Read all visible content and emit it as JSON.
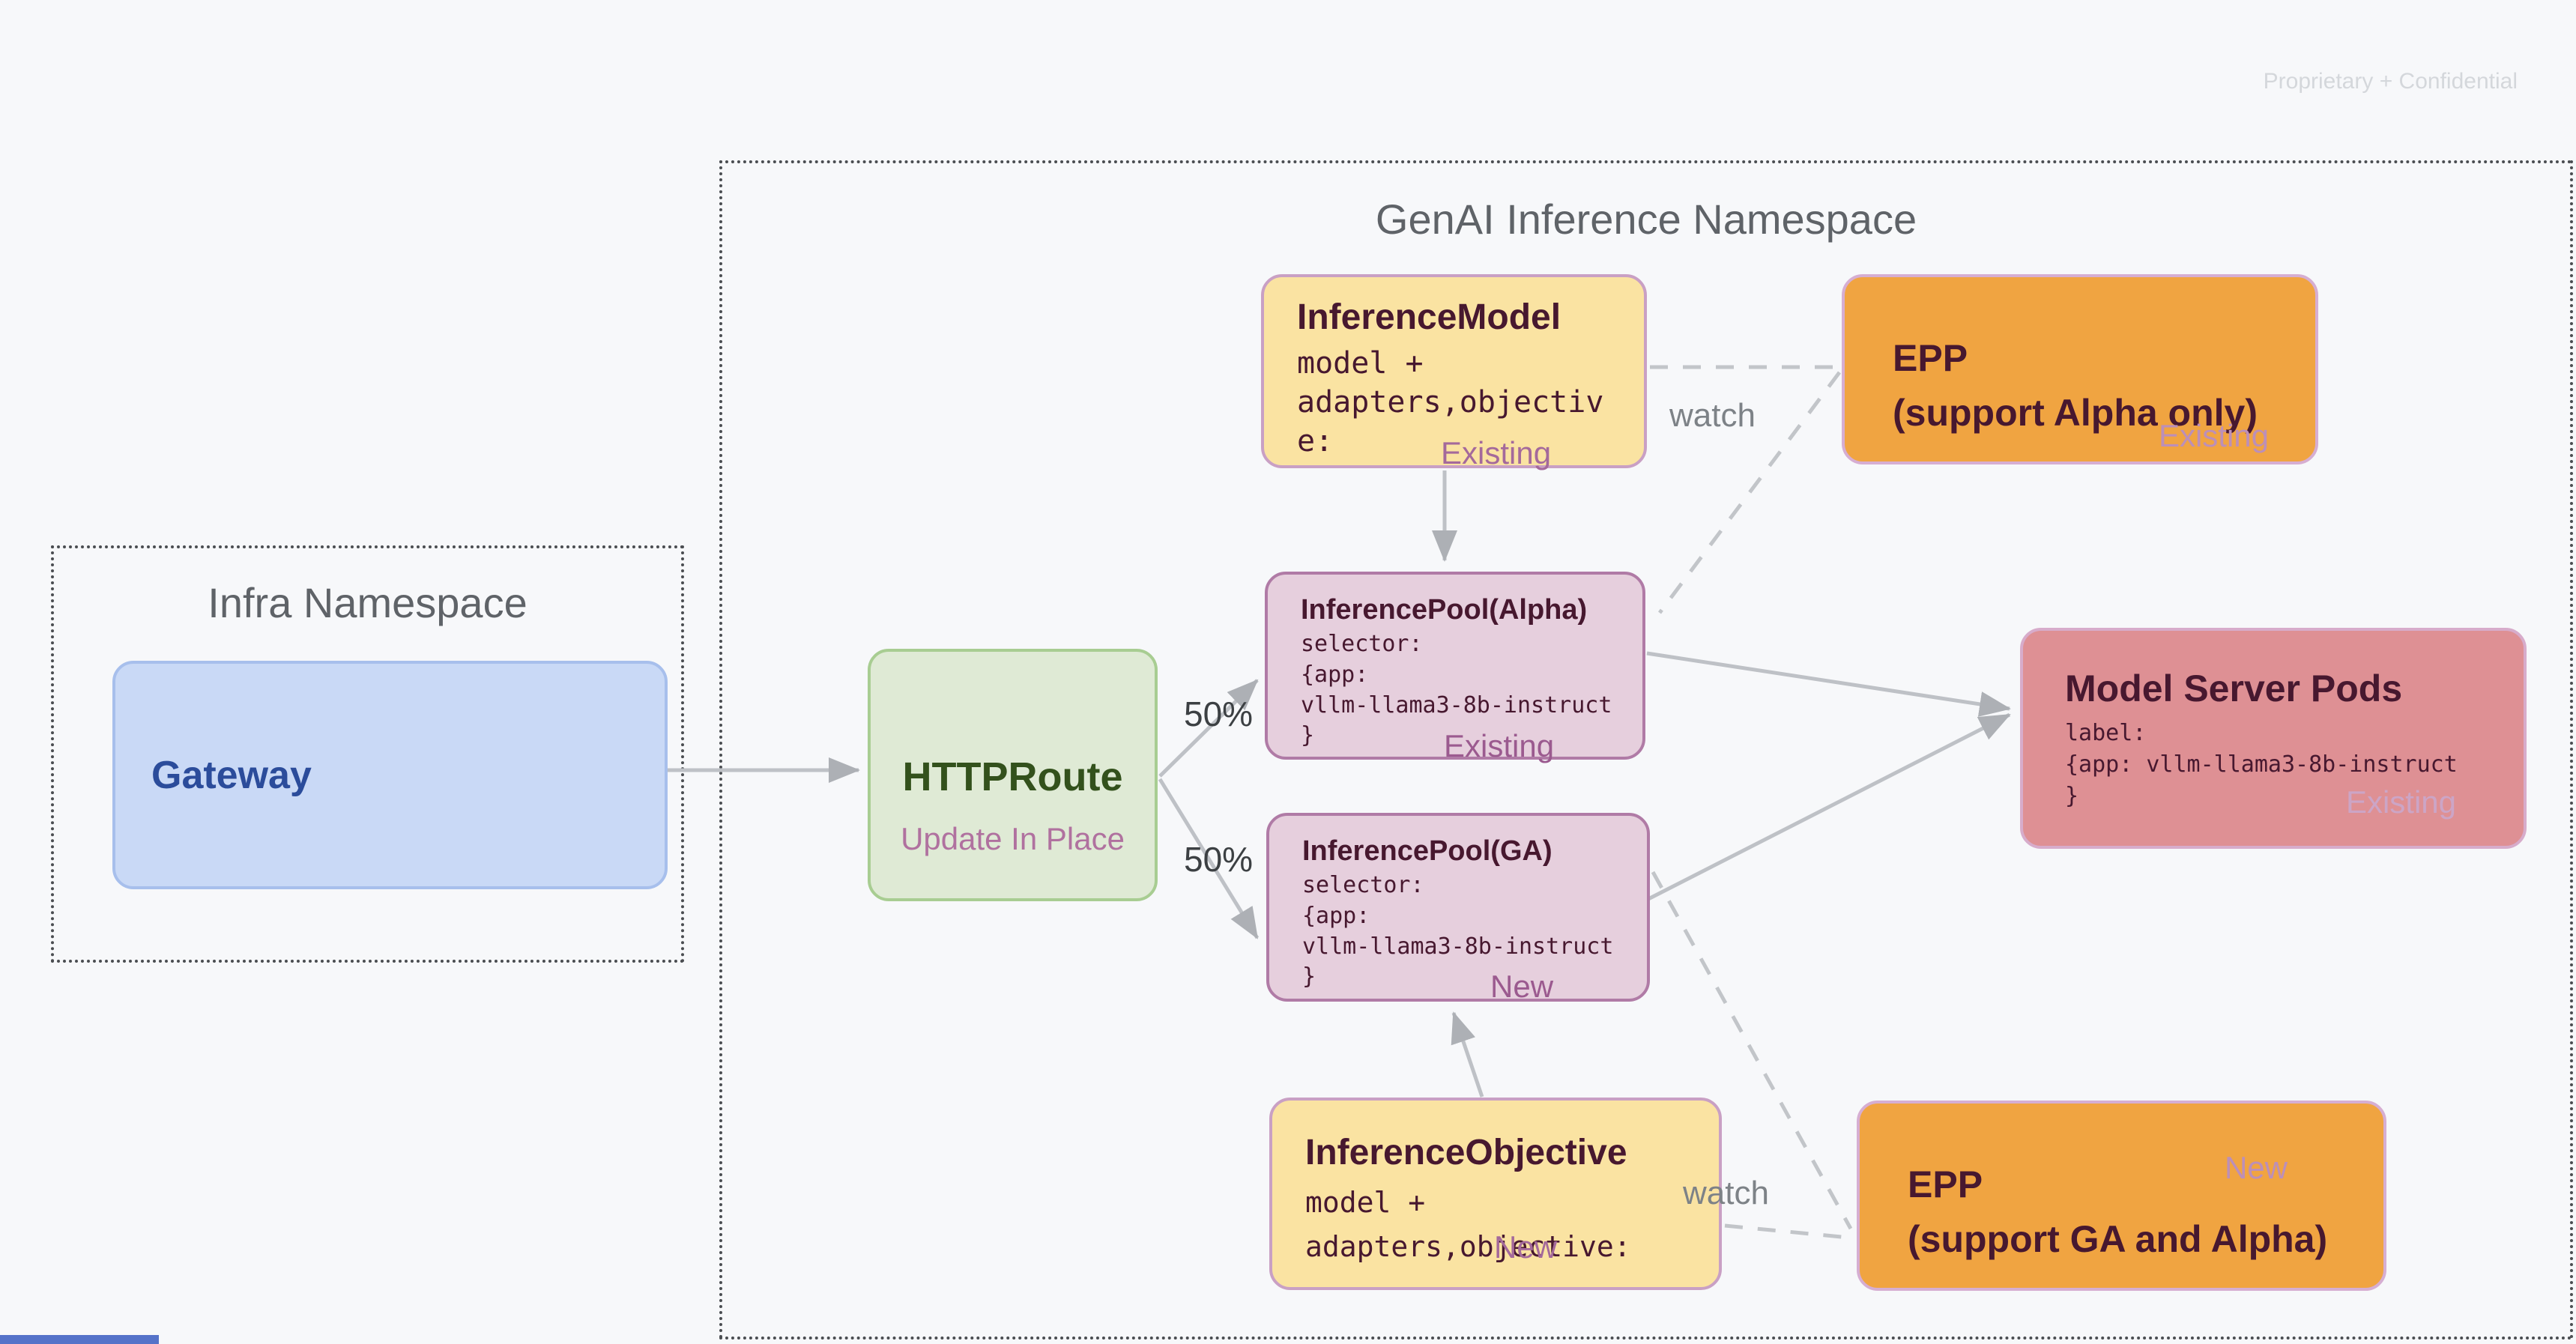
{
  "watermark": "Proprietary + Confidential",
  "namespaces": {
    "infra": {
      "label": "Infra Namespace"
    },
    "genai": {
      "label": "GenAI Inference Namespace"
    }
  },
  "nodes": {
    "gateway": {
      "title": "Gateway"
    },
    "httproute": {
      "title": "HTTPRoute",
      "subtitle": "Update In Place"
    },
    "inference_model": {
      "title": "InferenceModel",
      "code_lines": [
        "model +",
        "adapters,objectiv",
        "e:"
      ],
      "status": "Existing"
    },
    "epp_alpha": {
      "title": "EPP",
      "subtitle": "(support Alpha only)",
      "status": "Existing"
    },
    "pool_alpha": {
      "title": "InferencePool(Alpha)",
      "code_lines": [
        "selector:",
        "{app:",
        "vllm-llama3-8b-instruct",
        "}"
      ],
      "status": "Existing"
    },
    "pool_ga": {
      "title": "InferencePool(GA)",
      "code_lines": [
        "selector:",
        "{app:",
        "vllm-llama3-8b-instruct",
        "}"
      ],
      "status": "New"
    },
    "model_server_pods": {
      "title": "Model Server Pods",
      "code_lines": [
        "label:",
        "{app: vllm-llama3-8b-instruct",
        "}"
      ],
      "status": "Existing"
    },
    "inference_objective": {
      "title": "InferenceObjective",
      "code_lines": [
        "model +",
        "adapters,objective:"
      ],
      "status": "New"
    },
    "epp_ga": {
      "title": "EPP",
      "subtitle": "(support GA and Alpha)",
      "status": "New"
    }
  },
  "edge_labels": {
    "watch_top": "watch",
    "watch_bottom": "watch",
    "split_top": "50%",
    "split_bottom": "50%"
  },
  "palette": {
    "background": "#F7F8FA",
    "yellow_fill": "#FAE3A2",
    "yellow_border": "#C9A0C4",
    "orange_fill": "#F0A441",
    "orange_border": "#D6AED2",
    "pool_fill": "#E6CFDD",
    "pool_border": "#B07BA6",
    "pods_fill": "#DE9094",
    "pods_border": "#D7ACCB",
    "green_fill": "#DFEAD5",
    "green_border": "#A8CD92",
    "green_text": "#33511C",
    "blue_fill": "#C9D9F6",
    "blue_border": "#A7BFEC",
    "blue_text": "#2B4C9B",
    "maroon_text": "#47182F",
    "status_text": "#A4699B",
    "namespace_text": "#5F6368",
    "edge_gray": "#BEC1C6",
    "watermark_gray": "#D4D7DB",
    "accent_bar_blue": "#5573C9"
  }
}
